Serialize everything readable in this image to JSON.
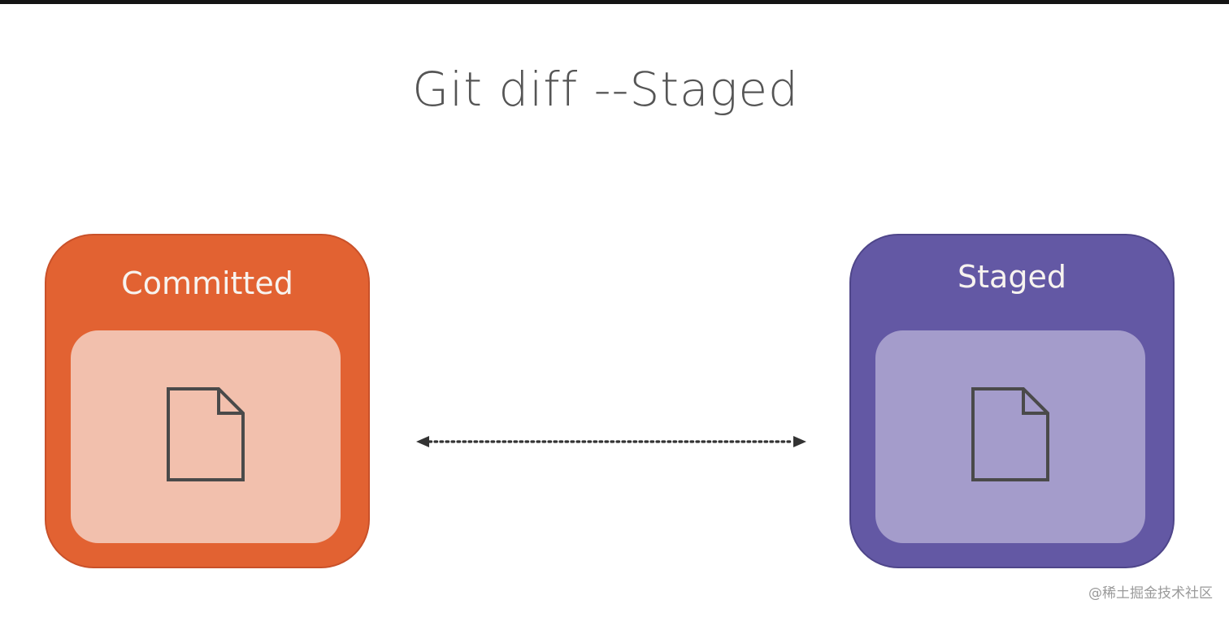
{
  "title": "Git diff --Staged",
  "boxes": {
    "committed": {
      "label": "Committed",
      "color": "#e26232",
      "inner_color": "#f2c0ad",
      "icon": "file-icon"
    },
    "staged": {
      "label": "Staged",
      "color": "#6358a4",
      "inner_color": "#a49ccb",
      "icon": "file-icon"
    }
  },
  "connector": {
    "style": "dotted",
    "direction": "bidirectional",
    "color": "#333333"
  },
  "watermark": "@稀土掘金技术社区"
}
